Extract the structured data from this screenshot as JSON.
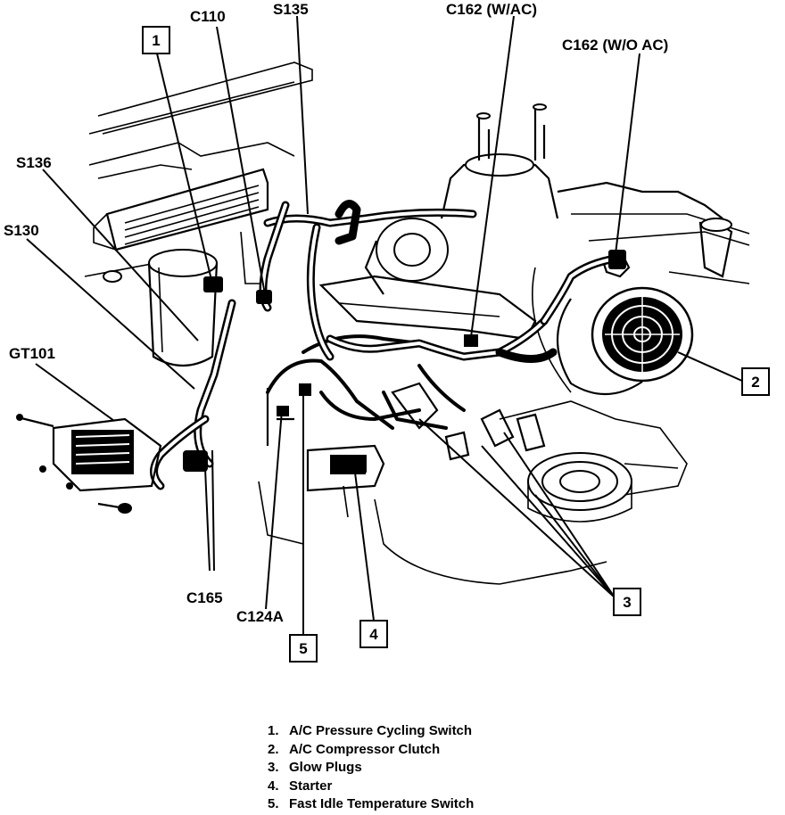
{
  "labels": {
    "c110": "C110",
    "s135": "S135",
    "c162_wac": "C162 (W/AC)",
    "c162_woac": "C162 (W/O AC)",
    "s136": "S136",
    "s130": "S130",
    "gt101": "GT101",
    "c165": "C165",
    "c124a": "C124A"
  },
  "callouts": {
    "n1": "1",
    "n2": "2",
    "n3": "3",
    "n4": "4",
    "n5": "5"
  },
  "legend": [
    {
      "num": "1.",
      "text": "A/C Pressure Cycling Switch"
    },
    {
      "num": "2.",
      "text": "A/C Compressor Clutch"
    },
    {
      "num": "3.",
      "text": "Glow Plugs"
    },
    {
      "num": "4.",
      "text": "Starter"
    },
    {
      "num": "5.",
      "text": "Fast Idle Temperature Switch"
    }
  ]
}
